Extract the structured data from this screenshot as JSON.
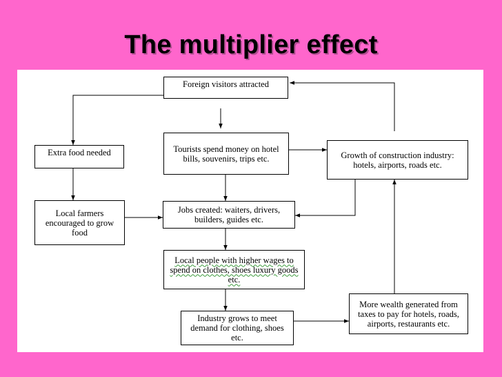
{
  "title": "The multiplier effect",
  "corner_text": "",
  "boxes": {
    "foreign_visitors": "Foreign visitors attracted",
    "tourists_spend": "Tourists spend money on hotel bills, souvenirs, trips etc.",
    "extra_food": "Extra food needed",
    "construction": "Growth of construction industry: hotels, airports, roads etc.",
    "local_farmers": "Local farmers encouraged to grow food",
    "jobs_created": "Jobs created: waiters, drivers, builders, guides etc.",
    "local_people": "Local people with higher wages to spend on clothes, shoes luxury goods etc.",
    "industry_grows": "Industry grows to meet demand for clothing, shoes etc.",
    "more_wealth": "More wealth generated from taxes to pay for hotels, roads, airports, restaurants etc."
  }
}
